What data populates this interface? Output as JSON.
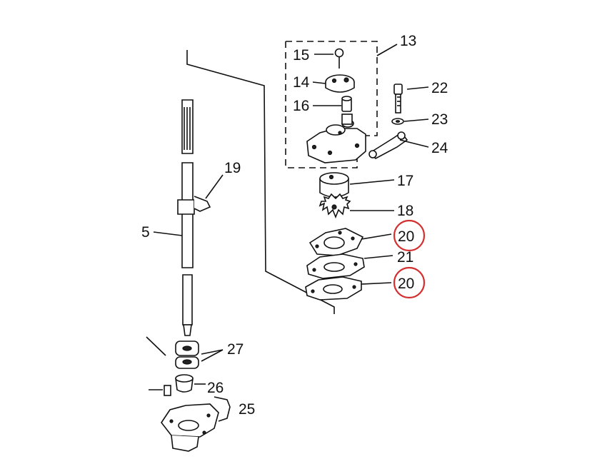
{
  "callouts": {
    "p13": "13",
    "p14": "14",
    "p15": "15",
    "p16": "16",
    "p17": "17",
    "p18": "18",
    "p19": "19",
    "p20a": "20",
    "p20b": "20",
    "p21": "21",
    "p22": "22",
    "p23": "23",
    "p24": "24",
    "p25": "25",
    "p26": "26",
    "p27": "27",
    "p5_partial": "5"
  },
  "highlight_color": "#d32f2f"
}
